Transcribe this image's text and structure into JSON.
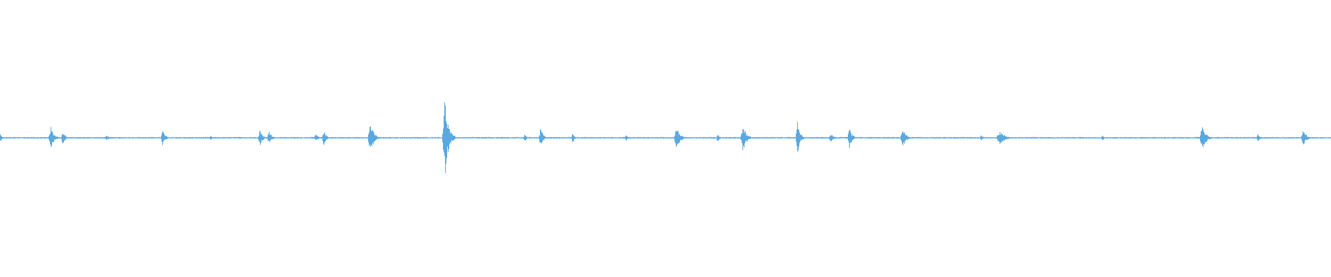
{
  "waveform": {
    "color": "#5aa8e0",
    "baseline_color": "#5aa8e0",
    "channels": 1,
    "amplitude_scale": [
      -1,
      1
    ],
    "duration_fraction_range": [
      0,
      1
    ],
    "bursts": [
      {
        "t": 0.0,
        "amp": 0.03,
        "width": 0.002
      },
      {
        "t": 0.038,
        "amp": 0.08,
        "width": 0.004
      },
      {
        "t": 0.047,
        "amp": 0.05,
        "width": 0.003
      },
      {
        "t": 0.08,
        "amp": 0.02,
        "width": 0.004
      },
      {
        "t": 0.122,
        "amp": 0.06,
        "width": 0.003
      },
      {
        "t": 0.158,
        "amp": 0.02,
        "width": 0.002
      },
      {
        "t": 0.195,
        "amp": 0.07,
        "width": 0.003
      },
      {
        "t": 0.202,
        "amp": 0.06,
        "width": 0.003
      },
      {
        "t": 0.237,
        "amp": 0.03,
        "width": 0.003
      },
      {
        "t": 0.243,
        "amp": 0.06,
        "width": 0.003
      },
      {
        "t": 0.278,
        "amp": 0.12,
        "width": 0.004
      },
      {
        "t": 0.334,
        "amp": 0.3,
        "width": 0.004
      },
      {
        "t": 0.394,
        "amp": 0.04,
        "width": 0.002
      },
      {
        "t": 0.406,
        "amp": 0.08,
        "width": 0.003
      },
      {
        "t": 0.43,
        "amp": 0.05,
        "width": 0.002
      },
      {
        "t": 0.47,
        "amp": 0.03,
        "width": 0.002
      },
      {
        "t": 0.508,
        "amp": 0.09,
        "width": 0.004
      },
      {
        "t": 0.539,
        "amp": 0.04,
        "width": 0.002
      },
      {
        "t": 0.558,
        "amp": 0.1,
        "width": 0.004
      },
      {
        "t": 0.599,
        "amp": 0.12,
        "width": 0.003
      },
      {
        "t": 0.624,
        "amp": 0.03,
        "width": 0.004
      },
      {
        "t": 0.638,
        "amp": 0.08,
        "width": 0.003
      },
      {
        "t": 0.678,
        "amp": 0.07,
        "width": 0.004
      },
      {
        "t": 0.737,
        "amp": 0.03,
        "width": 0.002
      },
      {
        "t": 0.751,
        "amp": 0.05,
        "width": 0.006
      },
      {
        "t": 0.828,
        "amp": 0.03,
        "width": 0.002
      },
      {
        "t": 0.903,
        "amp": 0.11,
        "width": 0.004
      },
      {
        "t": 0.945,
        "amp": 0.03,
        "width": 0.003
      },
      {
        "t": 0.979,
        "amp": 0.06,
        "width": 0.004
      }
    ],
    "noise_floor": 0.006
  }
}
